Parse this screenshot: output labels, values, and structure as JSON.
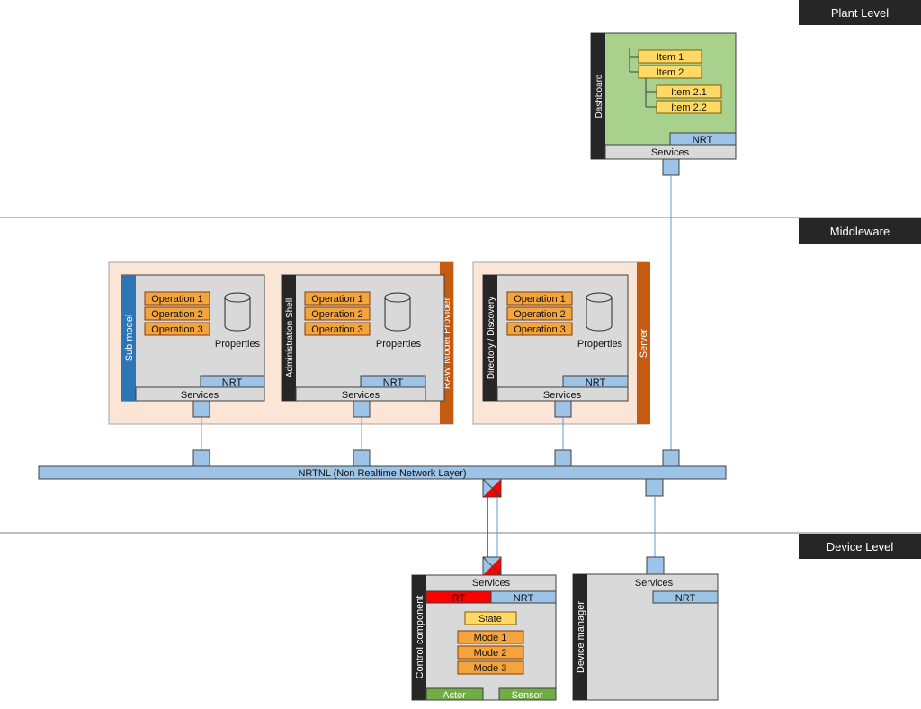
{
  "levels": {
    "plant": "Plant Level",
    "middleware": "Middleware",
    "device": "Device Level"
  },
  "dashboard": {
    "label": "Dashboard",
    "items": [
      "Item 1",
      "Item 2",
      "Item 2.1",
      "Item 2.2"
    ],
    "nrt": "NRT",
    "services": "Services"
  },
  "raw_model_provider": {
    "label": "RAW Model Provider",
    "sub_model": {
      "label": "Sub model",
      "operations": [
        "Operation 1",
        "Operation 2",
        "Operation 3"
      ],
      "properties": "Properties",
      "nrt": "NRT",
      "services": "Services"
    },
    "administration_shell": {
      "label": "Administration Shell",
      "operations": [
        "Operation 1",
        "Operation 2",
        "Operation 3"
      ],
      "properties": "Properties",
      "nrt": "NRT",
      "services": "Services"
    }
  },
  "server": {
    "label": "Server",
    "directory": {
      "label": "Directory / Discovery",
      "operations": [
        "Operation 1",
        "Operation 2",
        "Operation 3"
      ],
      "properties": "Properties",
      "nrt": "NRT",
      "services": "Services"
    }
  },
  "nrtnl": {
    "label": "NRTNL (Non Realtime Network Layer)"
  },
  "control_component": {
    "label": "Control component",
    "services": "Services",
    "rt": "RT",
    "nrt": "NRT",
    "state": "State",
    "modes": [
      "Mode 1",
      "Mode 2",
      "Mode 3"
    ],
    "actor": "Actor",
    "sensor": "Sensor"
  },
  "device_manager": {
    "label": "Device manager",
    "services": "Services",
    "nrt": "NRT"
  },
  "colors": {
    "level_bar": "#262626",
    "dashboard_bg": "#a9d18e",
    "container_bg": "#fbe5d6",
    "container_border": "#c55a11",
    "module_bg": "#d9d9d9",
    "port_blue": "#9dc3e6",
    "sub_model_bar": "#2e75b6",
    "orange_item": "#f4a43c",
    "yellow_item": "#ffd966",
    "rt_red": "#ff0000",
    "green": "#70ad47",
    "network_line": "#5b9bd5"
  }
}
